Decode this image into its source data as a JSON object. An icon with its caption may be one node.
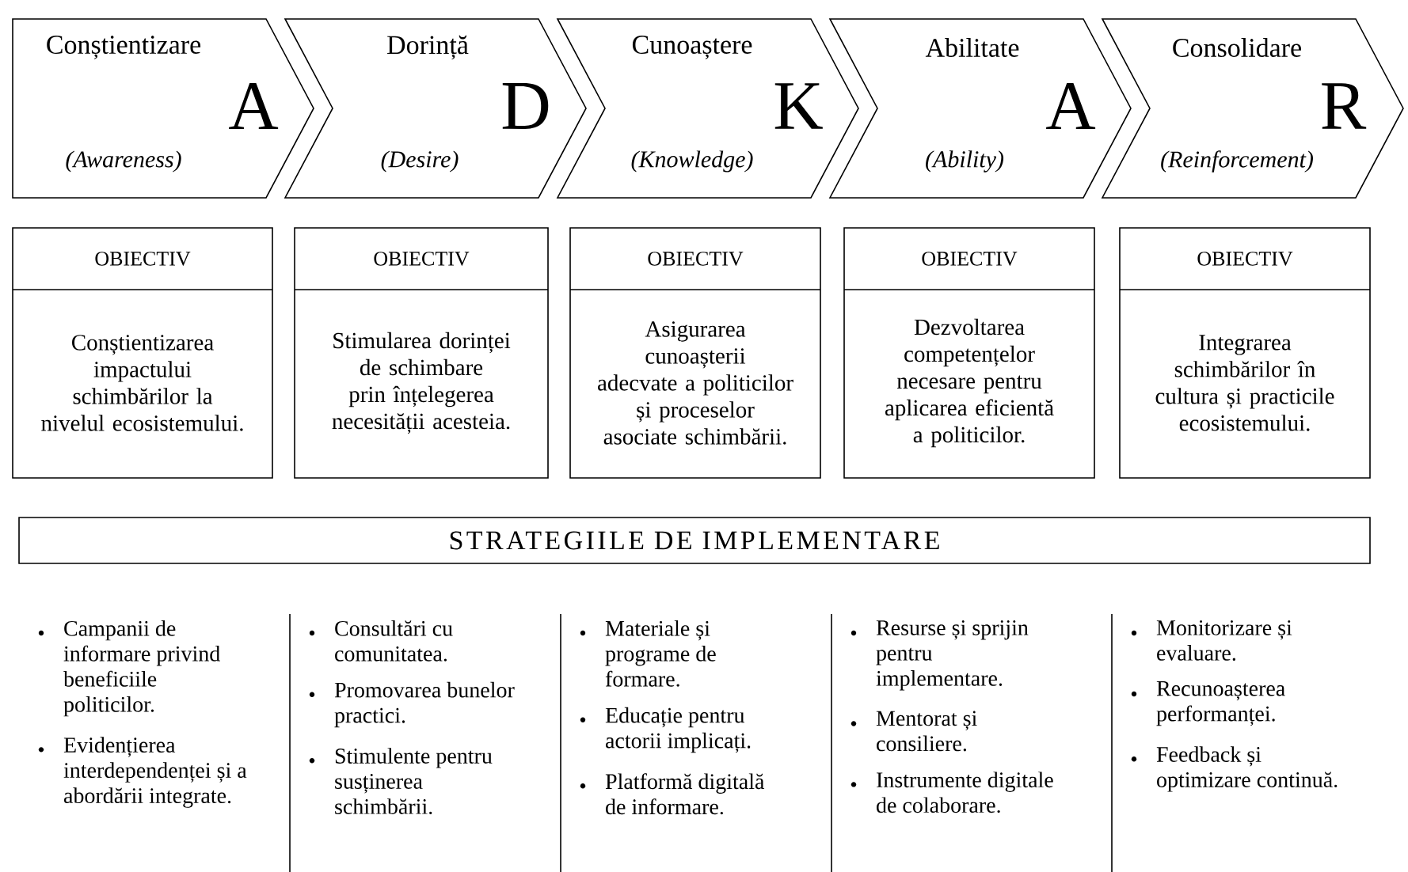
{
  "diagram": {
    "nodes": [
      {
        "text": [
          "Conștientizare",
          "A",
          "(Awareness)"
        ]
      },
      {
        "text": [
          "Dorință",
          "D",
          "(Desire)"
        ]
      },
      {
        "text": [
          "Cunoaștere",
          "K",
          "(Knowledge)"
        ]
      },
      {
        "text": [
          "Abilitate",
          "A",
          "(Ability)"
        ]
      },
      {
        "text": [
          "Consolidare",
          "R",
          "(Reinforcement)"
        ]
      },
      {
        "text": [
          "OBIECTIV",
          "Conștientizarea impactului schimbărilor la nivelul ecosistemului."
        ]
      },
      {
        "text": [
          "OBIECTIV",
          "Stimularea dorinței de schimbare prin înțelegerea necesității acesteia."
        ]
      },
      {
        "text": [
          "OBIECTIV",
          "Asigurarea cunoașterii adecvate a politicilor și proceselor asociate schimbării."
        ]
      },
      {
        "text": [
          "OBIECTIV",
          "Dezvoltarea competențelor necesare pentru aplicarea eficientă a politicilor."
        ]
      },
      {
        "text": [
          "OBIECTIV",
          "Integrarea schimbărilor în cultura și practicile ecosistemului."
        ]
      },
      {
        "text": [
          "STRATEGIILE DE IMPLEMENTARE"
        ]
      }
    ],
    "labels": [
      "Campanii de informare privind beneficiile politicilor.",
      "Evidențierea interdependenței și a abordării integrate.",
      "Consultări cu comunitatea.",
      "Promovarea bunelor practici.",
      "Stimulente pentru susținerea schimbării.",
      "Materiale și programe de formare.",
      "Educație pentru actorii implicați.",
      "Platformă digitală de informare.",
      "Resurse și sprijin pentru implementare.",
      "Mentorat și consiliere.",
      "Instrumente digitale de colaborare.",
      "Monitorizare și evaluare.",
      "Recunoașterea performanței.",
      "Feedback și optimizare continuă."
    ]
  }
}
